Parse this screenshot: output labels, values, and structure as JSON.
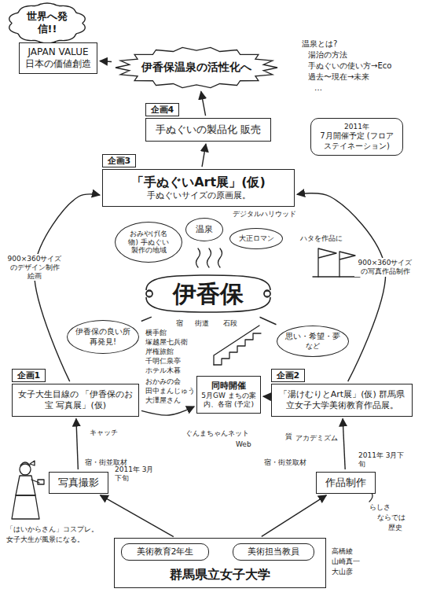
{
  "diagram": {
    "nodes": [
      {
        "text": [
          "世界へ発信!!"
        ]
      },
      {
        "text": [
          "JAPAN VALUE 日本の価値創造"
        ]
      },
      {
        "text": [
          "伊香保温泉の活性化へ"
        ]
      },
      {
        "text": [
          "企画4",
          "手ぬぐいの製品化 販売"
        ]
      },
      {
        "text": [
          "2011年",
          "7月開催予定 (フロアステイネーション)"
        ]
      },
      {
        "text": [
          "企画3",
          "「手ぬぐいArt展」(仮)",
          "手ぬぐいサイズの原画展。"
        ]
      },
      {
        "text": [
          "おみやげ(名物) 手ぬぐい製作の地域"
        ]
      },
      {
        "text": [
          "温泉"
        ]
      },
      {
        "text": [
          "大正ロマン"
        ]
      },
      {
        "text": [
          "伊香保"
        ]
      },
      {
        "text": [
          "伊香保の良い所再発見!"
        ]
      },
      {
        "text": [
          "思い・希望・夢",
          "など"
        ]
      },
      {
        "text": [
          "企画1",
          "女子大生目線の 「伊香保のお宝 写真展」(仮)"
        ]
      },
      {
        "text": [
          "企画2",
          "「湯けむりとArt展」(仮) 群馬県立女子大学美術教育作品展。"
        ]
      },
      {
        "text": [
          "同時開催",
          "5月GW まちの案内、各宿 (予定)"
        ]
      },
      {
        "text": [
          "写真撮影"
        ]
      },
      {
        "text": [
          "作品制作"
        ]
      },
      {
        "text": [
          "群馬県立女子大学"
        ]
      },
      {
        "text": [
          "美術教育2年生"
        ],
        "in": 17
      },
      {
        "text": [
          "美術担当教員"
        ],
        "in": 17
      }
    ],
    "edges": [
      {
        "from": 17,
        "to": 15,
        "arrow": "to"
      },
      {
        "from": 17,
        "to": 16,
        "arrow": "to"
      },
      {
        "from": 15,
        "to": 12,
        "arrow": "to"
      },
      {
        "from": 16,
        "to": 13,
        "arrow": "to"
      },
      {
        "from": 12,
        "to": 5,
        "label": "900×360サイズのデザイン制作 絵画",
        "arrow": "to"
      },
      {
        "from": 13,
        "to": 5,
        "label": "900×360サイズの写真作品制作",
        "arrow": "to"
      },
      {
        "from": 5,
        "to": 3,
        "arrow": "to"
      },
      {
        "from": 3,
        "to": 2,
        "arrow": "to"
      },
      {
        "from": 2,
        "to": 1,
        "arrow": "to"
      },
      {
        "from": 1,
        "to": 0,
        "arrow": "to"
      },
      {
        "from": 12,
        "to": 14,
        "arrow": "to"
      },
      {
        "from": 13,
        "to": 14,
        "arrow": "to"
      },
      {
        "from": 9,
        "to": 10,
        "arrow": "none"
      },
      {
        "from": 9,
        "to": 11,
        "arrow": "none"
      }
    ],
    "labels": [
      "温泉とは?",
      "湯治の方法",
      "手ぬぐいの使い方→Eco",
      "過去〜現在→未来",
      "…",
      "デジタルハリウッド",
      "ハタを作品に",
      "宿",
      "街道",
      "石段",
      "横手館",
      "塚越屋七兵衛",
      "岸権旅館",
      "千明仁泉亭",
      "ホテル木暮",
      "おかみの会",
      "田中まんじゅう",
      "大澤屋さん",
      "キャッチ",
      "ぐんまちゃんネット",
      "Web",
      "宿・街並取材",
      "2011年 3月下旬",
      "「はいからさん」コスプレ。",
      "女子大生が風景になる。",
      "宿・街並取材",
      "2011年 3月下旬",
      "質",
      "アカデミズム",
      "らしさ",
      "ならでは",
      "歴史",
      "高橋綾",
      "山崎真一",
      "大山彦"
    ]
  }
}
